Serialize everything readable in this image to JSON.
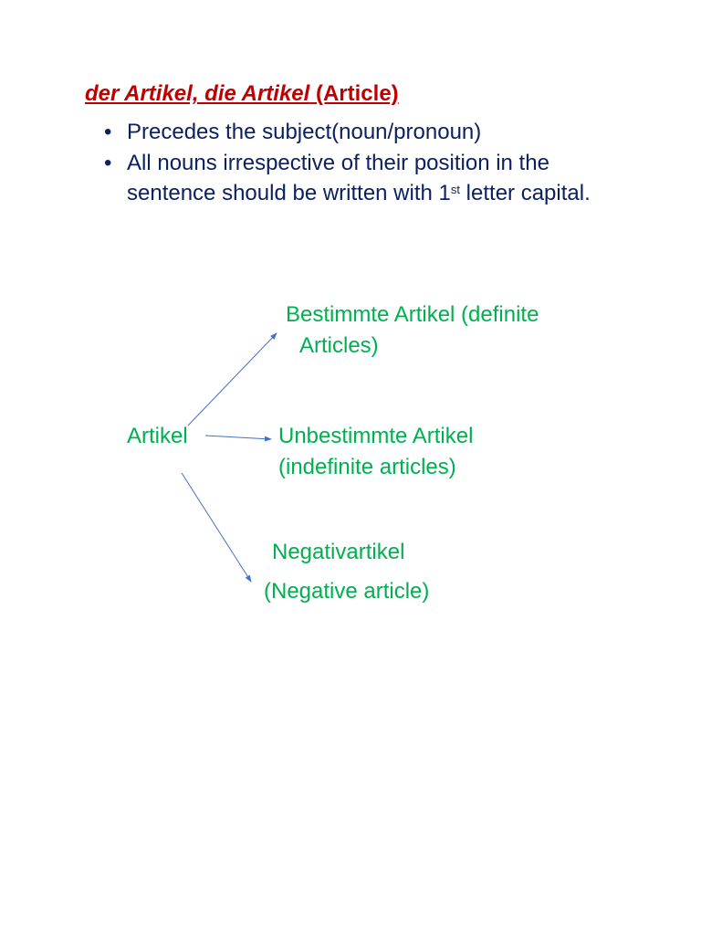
{
  "heading": {
    "italic_text": "der Artikel, die Artikel",
    "bold_text": "(Article)",
    "color": "#c00000"
  },
  "bullets": [
    {
      "text": "Precedes the subject(noun/pronoun)"
    },
    {
      "text_before": "All nouns irrespective of their position in the sentence should be written with 1",
      "superscript": "st",
      "text_after": " letter capital."
    }
  ],
  "bullet_color": "#0c2160",
  "diagram": {
    "source": "Artikel",
    "definite": {
      "line1": "Bestimmte Artikel (definite",
      "line2": "Articles)"
    },
    "indefinite": {
      "line1": "Unbestimmte Artikel",
      "line2": "(indefinite articles)"
    },
    "negative": {
      "line1": "Negativartikel",
      "line2": "(Negative article)"
    },
    "text_color": "#00b050",
    "arrow_color": "#4472c4"
  }
}
